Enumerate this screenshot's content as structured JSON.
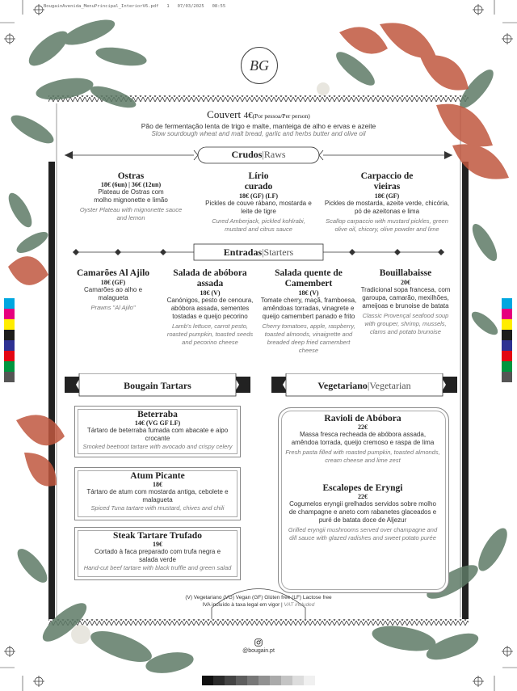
{
  "print_header": "BougainAvenida_MenuPrincipal_InteriorV6.pdf   1   07/03/2025   08:55",
  "logo_letters": "BG",
  "couvert": {
    "title": "Couvert",
    "price": "4€",
    "price_note": "(Por pessoa/Per person)",
    "desc_pt": "Pão de fermentação lenta de trigo e malte, manteiga de alho e ervas e azeite",
    "desc_en": "Slow sourdough wheat and malt bread, garlic and herbs butter and olive oil"
  },
  "sections": {
    "crudos": {
      "main": "Crudos",
      "sep": "|",
      "sub": "Raws"
    },
    "entradas": {
      "main": "Entradas",
      "sep": "|",
      "sub": "Starters"
    },
    "tartars": {
      "main": "Bougain Tartars"
    },
    "vegetariano": {
      "main": "Vegetariano",
      "sep": "|",
      "sub": "Vegetarian"
    }
  },
  "crudos_items": [
    {
      "name": "Ostras",
      "price": "18€ (6un) | 36€ (12un)",
      "desc": "Plateau de Ostras com molho mignonette e limão",
      "en": "Oyster Plateau with mignonette sauce and lemon"
    },
    {
      "name": "Lírio curado",
      "price": "18€ (GF) (LF)",
      "desc": "Pickles de couve rábano, mostarda e leite de tigre",
      "en": "Cured Amberjack, pickled kohlrabi, mustard and citrus sauce"
    },
    {
      "name": "Carpaccio de vieiras",
      "price": "18€ (GF)",
      "desc": "Pickles de mostarda, azeite verde, chicória, pó de azeitonas e lima",
      "en": "Scallop carpaccio with mustard pickles, green olive oil, chicory, olive powder and lime"
    }
  ],
  "entradas_items": [
    {
      "name": "Camarões Al Ajilo",
      "price": "18€ (GF)",
      "desc": "Camarões ao alho e malagueta",
      "en": "Prawns \"Al Ajilo\""
    },
    {
      "name": "Salada de abóbora assada",
      "price": "18€ (V)",
      "desc": "Canónigos, pesto de cenoura, abóbora assada, sementes tostadas e queijo pecorino",
      "en": "Lamb's lettuce, carrot pesto, roasted pumpkin, toasted seeds and pecorino cheese"
    },
    {
      "name": "Salada quente de Camembert",
      "price": "18€ (V)",
      "desc": "Tomate cherry, maçã, framboesa, amêndoas torradas, vinagrete e queijo camembert panado e frito",
      "en": "Cherry tomatoes, apple, raspberry, toasted almonds, vinaigrette and breaded deep fried camembert cheese"
    },
    {
      "name": "Bouillabaisse",
      "price": "20€",
      "desc": "Tradicional sopa francesa, com garoupa, camarão, mexilhões, ameijoas e brunoise de batata",
      "en": "Classic Provençal seafood soup with grouper, shrimp, mussels, clams and potato brunoise"
    }
  ],
  "tartar_items": [
    {
      "name": "Beterraba",
      "price": "14€ (VG GF LF)",
      "desc": "Tártaro de beterraba fumada com abacate e aipo crocante",
      "en": "Smoked beetroot tartare with avocado and crispy celery"
    },
    {
      "name": "Atum Picante",
      "price": "18€",
      "desc": "Tártaro de atum com mostarda antiga, cebolete e malagueta",
      "en": "Spiced Tuna tartare with mustard, chives and chili"
    },
    {
      "name": "Steak Tartare Trufado",
      "price": "19€",
      "desc": "Cortado à faca preparado com trufa negra e salada verde",
      "en": "Hand-cut beef tartare with black truffle and green salad"
    }
  ],
  "veg_items": [
    {
      "name": "Ravioli de Abóbora",
      "price": "22€",
      "desc": "Massa fresca recheada de abóbora assada, amêndoa torrada, queijo cremoso e raspa de lima",
      "en": "Fresh pasta filled with roasted pumpkin, toasted almonds, cream cheese and lime zest"
    },
    {
      "name": "Escalopes de Eryngi",
      "price": "22€",
      "desc": "Cogumelos eryngii grelhados servidos sobre molho de champagne e aneto com rabanetes glaceados e puré de batata doce de Aljezur",
      "en": "Grilled eryngii mushrooms served over champagne and dill sauce with glazed radishes and sweet potato purée"
    }
  ],
  "legend": {
    "line1": "(V) Vegetariano  (VG) Vegan  (GF) Glúten free  (LF) Lactose free",
    "line2_pt": "IVA incluído à taxa legal em vigor |",
    "line2_en": "VAT included"
  },
  "social": {
    "handle": "@bougain.pt",
    "icon": "instagram-icon"
  },
  "colors": {
    "leaf_green": "#5e7a66",
    "flower_red": "#c0573f",
    "print_swatches": [
      "#00a7e0",
      "#e6007e",
      "#ffed00",
      "#1d1d1b",
      "#2e3192",
      "#e30613",
      "#00963f",
      "#555555"
    ],
    "gray_bar": [
      "#111111",
      "#2b2b2b",
      "#444444",
      "#5e5e5e",
      "#777777",
      "#919191",
      "#aaaaaa",
      "#c4c4c4",
      "#dddddd",
      "#f0f0f0"
    ]
  }
}
